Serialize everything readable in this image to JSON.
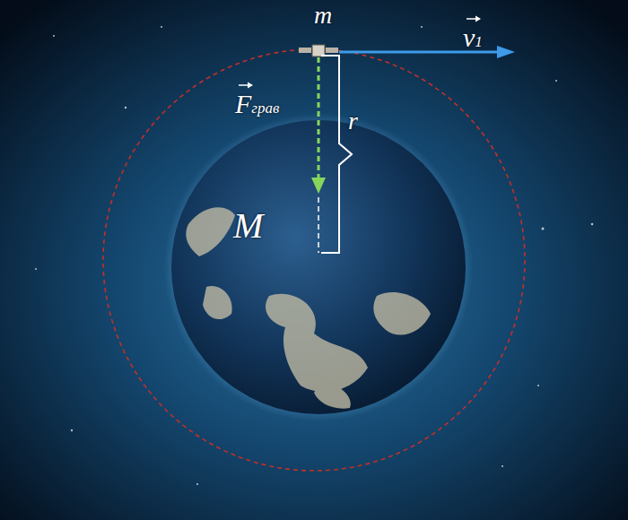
{
  "diagram": {
    "labels": [
      "m",
      "v1",
      "Fграв",
      "r",
      "M"
    ]
  }
}
